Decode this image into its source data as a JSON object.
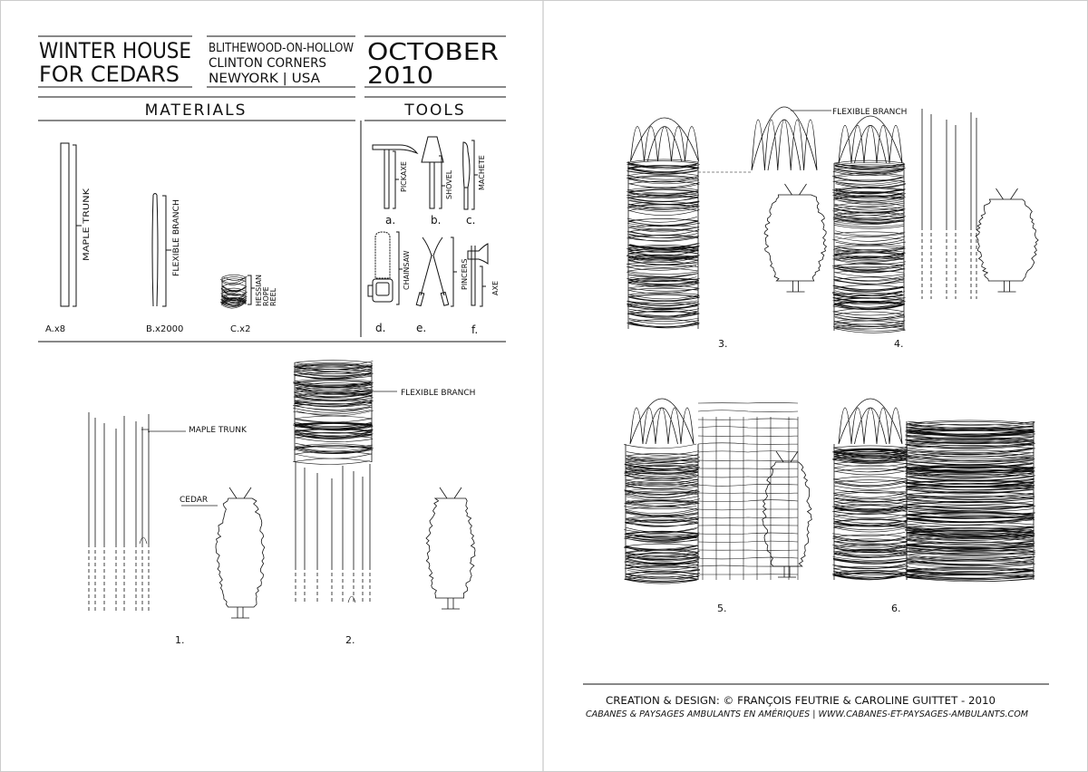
{
  "header": {
    "title_line1": "WINTER HOUSE",
    "title_line2": "FOR CEDARS",
    "location_line1": "BLITHEWOOD-ON-HOLLOW",
    "location_line2": "CLINTON CORNERS",
    "location_line3": "NEWYORK | USA",
    "date_line1": "OCTOBER",
    "date_line2": "2010"
  },
  "sections": {
    "materials": "MATERIALS",
    "tools": "TOOLS"
  },
  "materials": [
    {
      "label": "MAPLE TRUNK",
      "quantity": "A.x8"
    },
    {
      "label": "FLEXIBLE BRANCH",
      "quantity": "B.x2000"
    },
    {
      "label_lines": [
        "HESSIAN",
        "ROPE",
        "REEL"
      ],
      "quantity": "C.x2"
    }
  ],
  "tools": [
    {
      "label": "PICKAXE",
      "letter": "a."
    },
    {
      "label": "SHOVEL",
      "letter": "b."
    },
    {
      "label": "MACHETE",
      "letter": "c."
    },
    {
      "label": "CHAINSAW",
      "letter": "d."
    },
    {
      "label": "PINCERS",
      "letter": "e."
    },
    {
      "label": "AXE",
      "letter": "f."
    }
  ],
  "steps": {
    "s1": {
      "number": "1.",
      "labels": [
        "MAPLE TRUNK",
        "CEDAR"
      ]
    },
    "s2": {
      "number": "2.",
      "labels": [
        "FLEXIBLE BRANCH"
      ]
    },
    "s3": {
      "number": "3.",
      "labels": [
        "FLEXIBLE BRANCH"
      ]
    },
    "s4": {
      "number": "4."
    },
    "s5": {
      "number": "5."
    },
    "s6": {
      "number": "6."
    }
  },
  "footer": {
    "credits": "CREATION & DESIGN: © FRANÇOIS FEUTRIE & CAROLINE GUITTET - 2010",
    "project": "CABANES & PAYSAGES AMBULANTS EN AMÉRIQUES | WWW.CABANES-ET-PAYSAGES-AMBULANTS.COM"
  }
}
